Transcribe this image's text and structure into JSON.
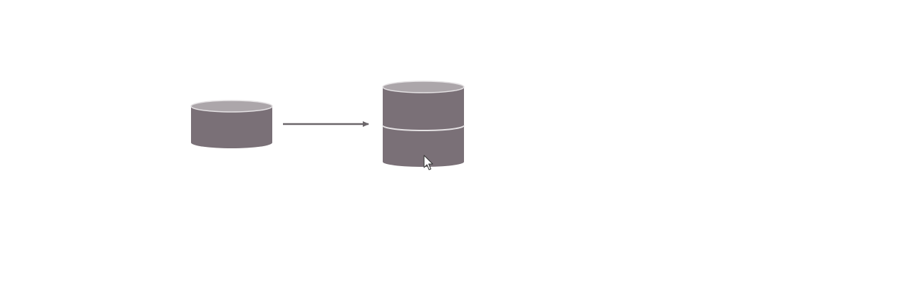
{
  "diagram": {
    "colors": {
      "body": "#7a7077",
      "top": "#aca6aa",
      "rim": "#e4e1e3",
      "arrow": "#6b666a",
      "background": "#ffffff"
    },
    "nodes": [
      {
        "name": "single-database",
        "layers": 1
      },
      {
        "name": "stacked-database",
        "layers": 2
      }
    ],
    "edges": [
      {
        "from": "single-database",
        "to": "stacked-database"
      }
    ],
    "cursor": {
      "icon": "mouse-pointer-icon"
    }
  }
}
